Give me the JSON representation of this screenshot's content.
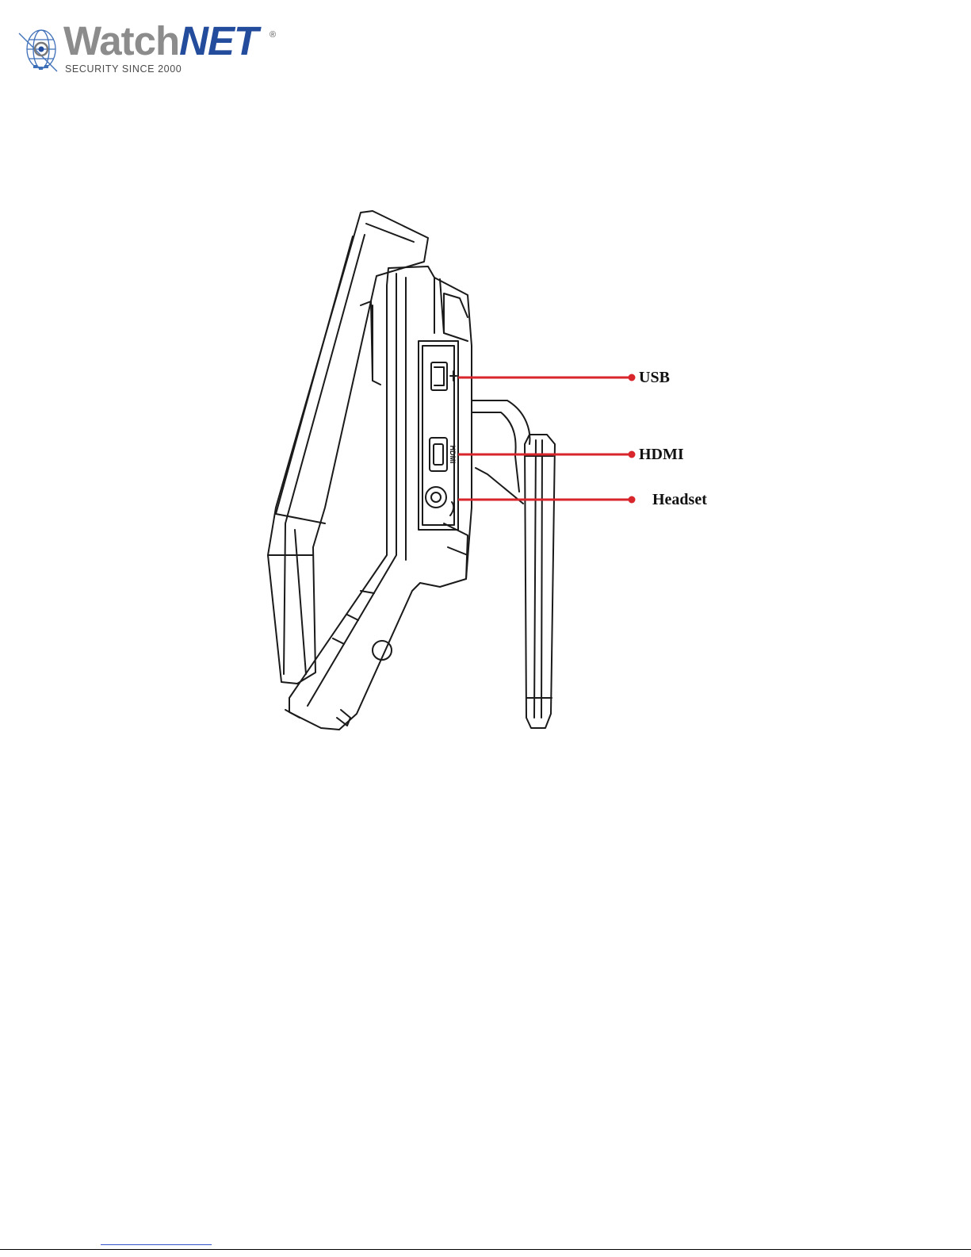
{
  "header": {
    "logo": {
      "word_part1": "Watch",
      "word_part2": "NET",
      "registered_mark": "®",
      "tagline": "SECURITY SINCE 2000"
    }
  },
  "diagram": {
    "callouts": [
      {
        "id": "usb",
        "label": "USB"
      },
      {
        "id": "hdmi",
        "label": "HDMI"
      },
      {
        "id": "headset",
        "label": "Headset"
      }
    ],
    "port_marking": "HDMI",
    "leader_color": "#d9262c"
  }
}
